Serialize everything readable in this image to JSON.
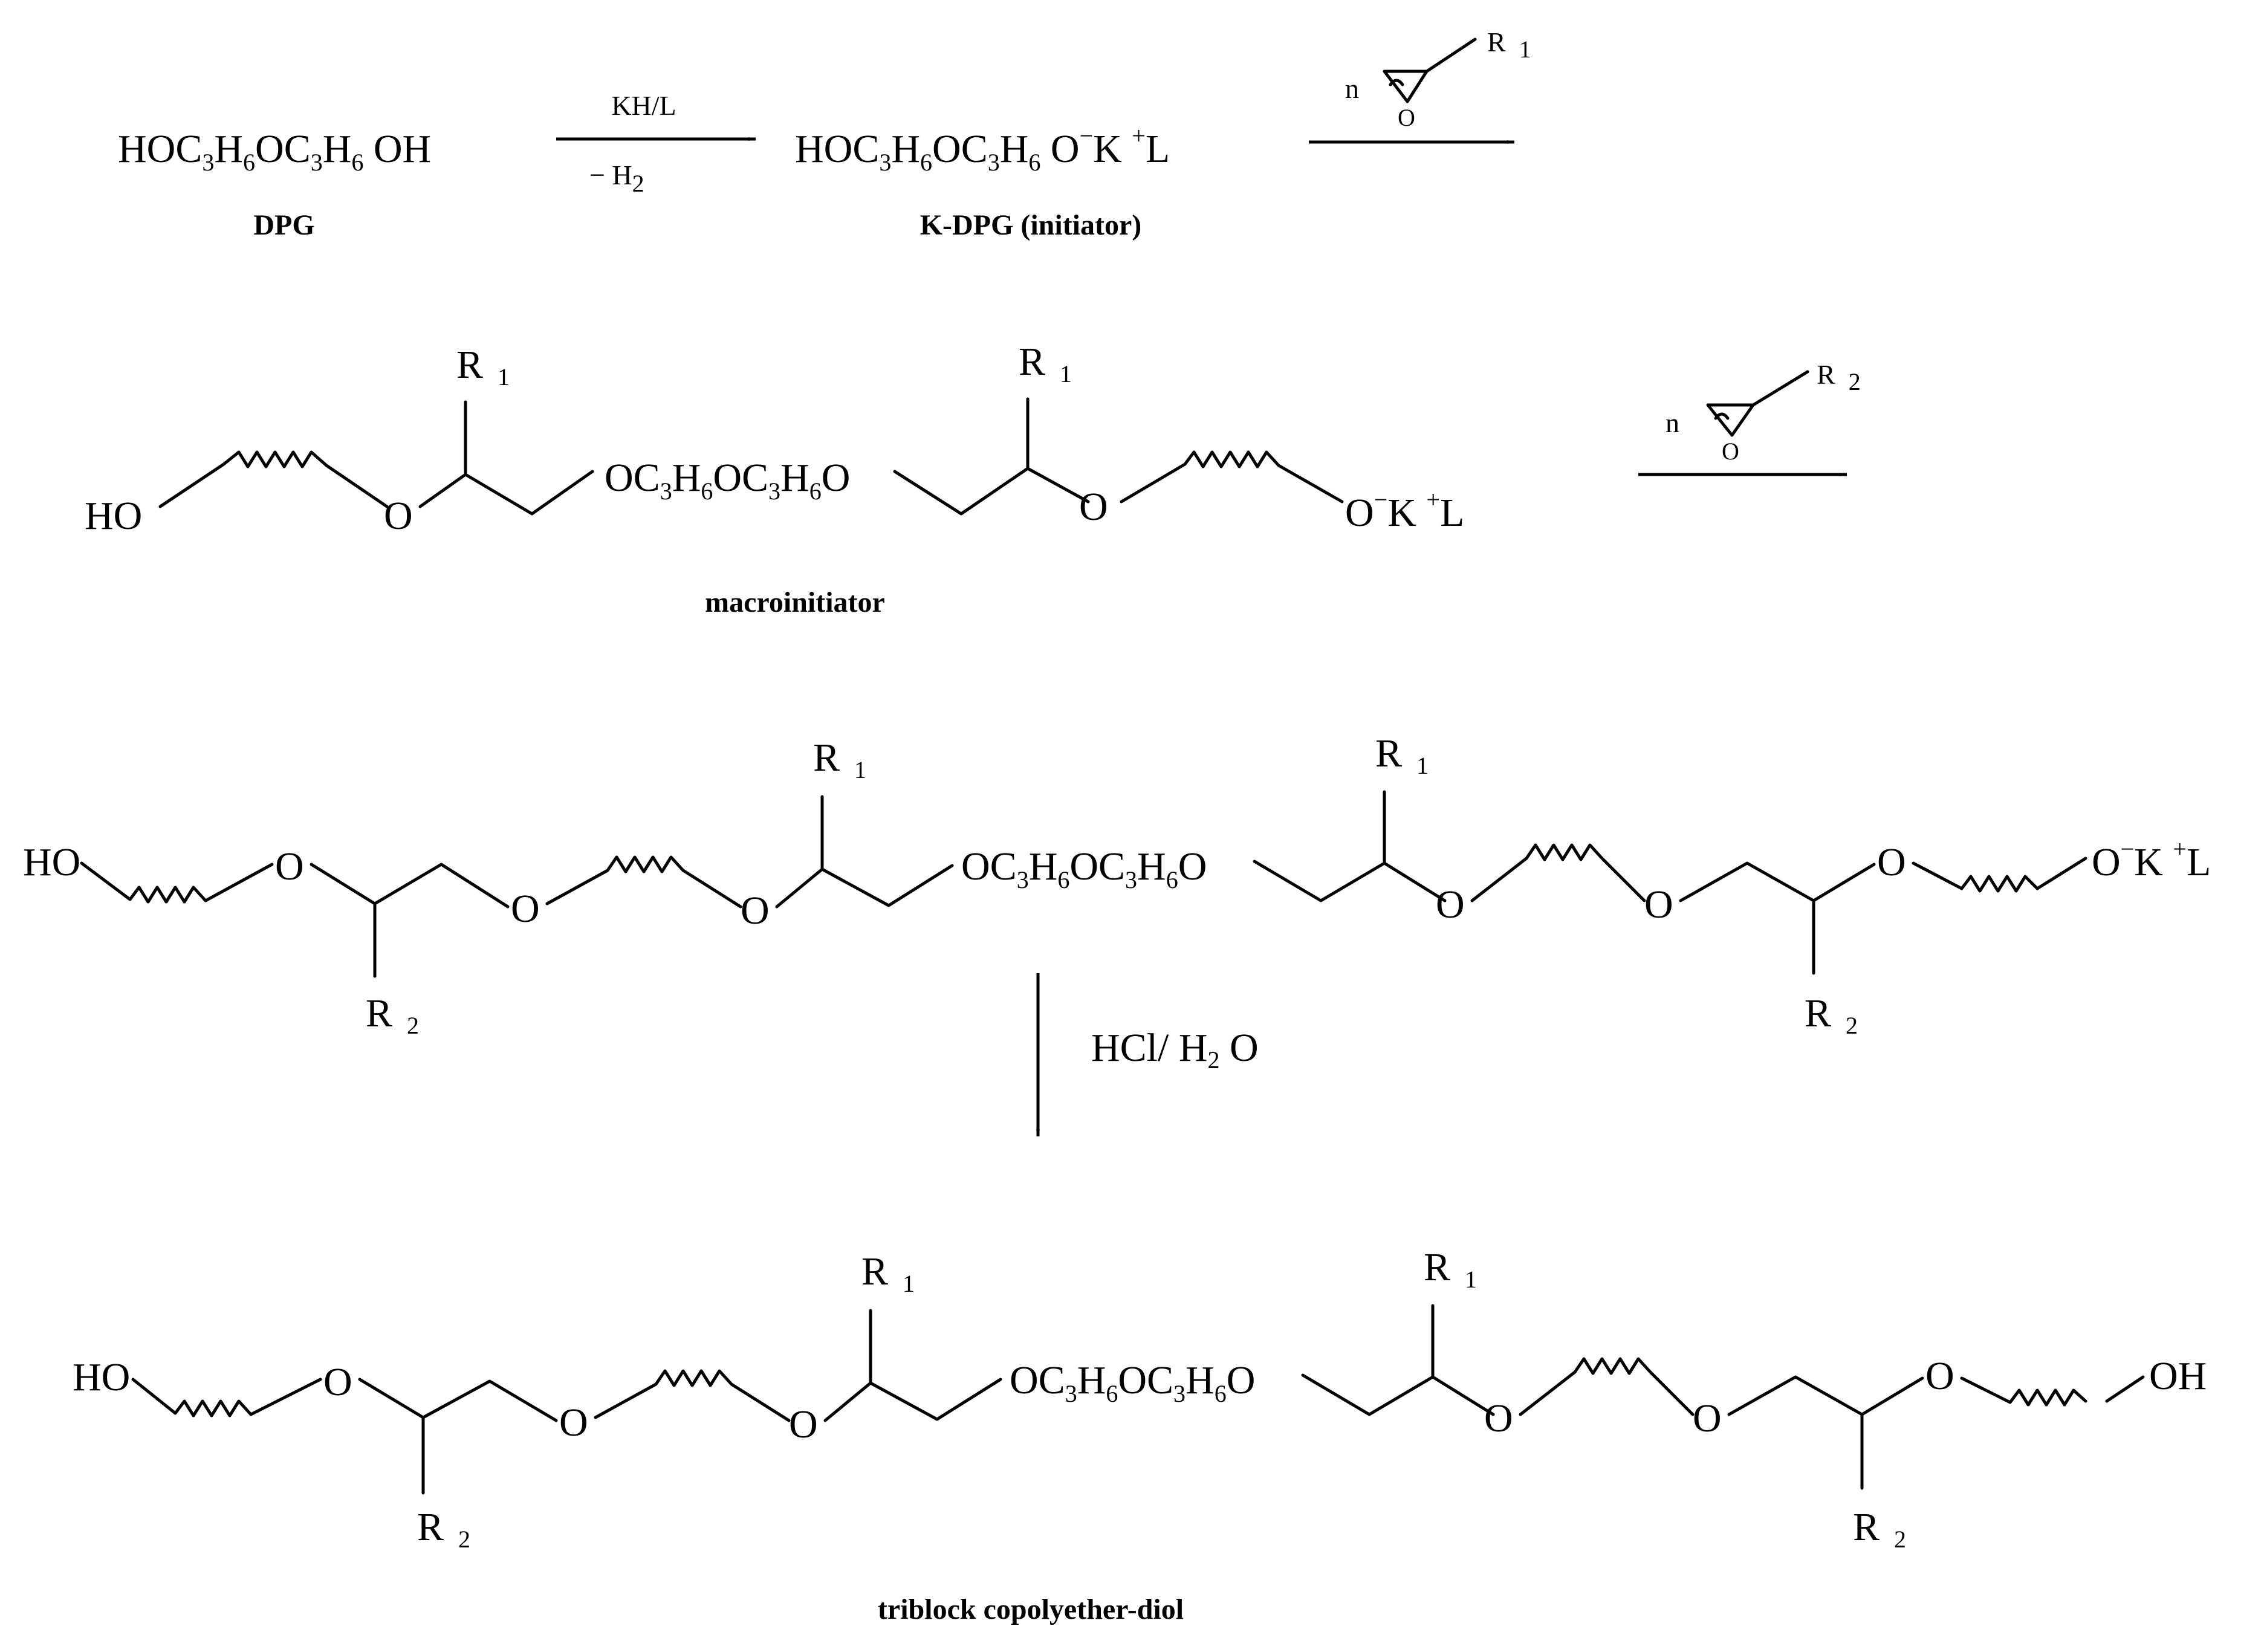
{
  "step1": {
    "reactant": [
      "HOC",
      "3",
      "H",
      "6",
      "OC",
      "3",
      "H",
      "6",
      " OH"
    ],
    "reactant_label": "DPG",
    "reagent_top": "KH/L",
    "reagent_bottom": "− H",
    "reagent_bottom_sub": "2",
    "product": [
      "HOC",
      "3",
      "H",
      "6",
      "OC",
      "3",
      "H",
      "6",
      " O",
      "−",
      "K ",
      "+",
      "L"
    ],
    "product_label": "K-DPG (initiator)",
    "epoxide_n": "n",
    "epoxide_r": "R",
    "epoxide_r_sub": "1",
    "epoxide_o": "O"
  },
  "step2": {
    "ho": "HO",
    "o": "O",
    "r_top": "R",
    "r_top_sub": "1",
    "core": [
      "OC",
      "3",
      "H",
      "6",
      "OC",
      "3",
      "H",
      "6",
      "O"
    ],
    "end": [
      "O",
      "−",
      "K ",
      "+",
      "L"
    ],
    "label": "macroinitiator",
    "epoxide_n": "n",
    "epoxide_r": "R",
    "epoxide_r_sub": "2",
    "epoxide_o": "O"
  },
  "step3": {
    "ho": "HO",
    "o": "O",
    "r1": "R",
    "r1_sub": "1",
    "r2": "R",
    "r2_sub": "2",
    "core": [
      "OC",
      "3",
      "H",
      "6",
      "OC",
      "3",
      "H",
      "6",
      "O"
    ],
    "end": [
      "O",
      "−",
      "K ",
      "+",
      "L"
    ]
  },
  "hydrolysis": {
    "reagent": [
      "HCl/ H",
      "2",
      " O"
    ]
  },
  "step4": {
    "ho": "HO",
    "oh": "OH",
    "o": "O",
    "r1": "R",
    "r1_sub": "1",
    "r2": "R",
    "r2_sub": "2",
    "core": [
      "OC",
      "3",
      "H",
      "6",
      "OC",
      "3",
      "H",
      "6",
      "O"
    ],
    "label": "triblock copolyether-diol"
  }
}
